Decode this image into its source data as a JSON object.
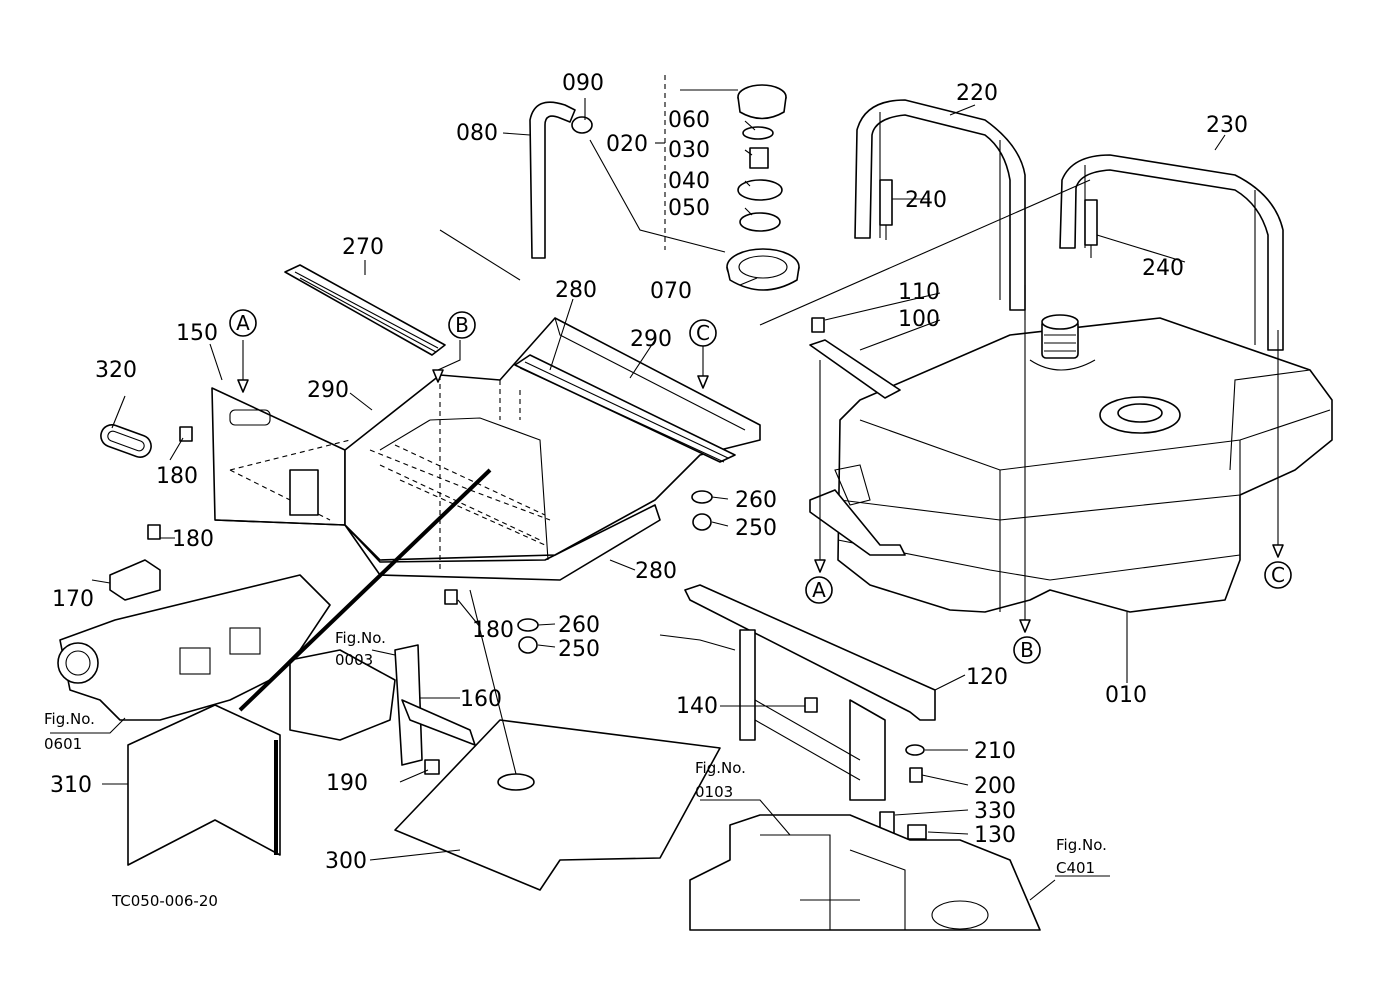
{
  "parts": {
    "p010": "010",
    "p020": "020",
    "p030": "030",
    "p040": "040",
    "p050": "050",
    "p060": "060",
    "p070": "070",
    "p080": "080",
    "p090": "090",
    "p100": "100",
    "p110": "110",
    "p120": "120",
    "p130": "130",
    "p140": "140",
    "p150": "150",
    "p160": "160",
    "p170": "170",
    "p180a": "180",
    "p180b": "180",
    "p180c": "180",
    "p190": "190",
    "p200": "200",
    "p210": "210",
    "p220": "220",
    "p230": "230",
    "p240a": "240",
    "p240b": "240",
    "p250a": "250",
    "p250b": "250",
    "p260a": "260",
    "p260b": "260",
    "p270": "270",
    "p280a": "280",
    "p280b": "280",
    "p290a": "290",
    "p290b": "290",
    "p300": "300",
    "p310": "310",
    "p320": "320",
    "p330": "330"
  },
  "refs": {
    "a1": "A",
    "a2": "A",
    "b1": "B",
    "b2": "B",
    "c1": "C",
    "c2": "C"
  },
  "figs": {
    "f0003_a": "Fig.No.",
    "f0003_b": "0003",
    "f0601_a": "Fig.No.",
    "f0601_b": "0601",
    "f0103_a": "Fig.No.",
    "f0103_b": "0103",
    "fC401_a": "Fig.No.",
    "fC401_b": "C401"
  },
  "drawing_code": "TC050-006-20"
}
